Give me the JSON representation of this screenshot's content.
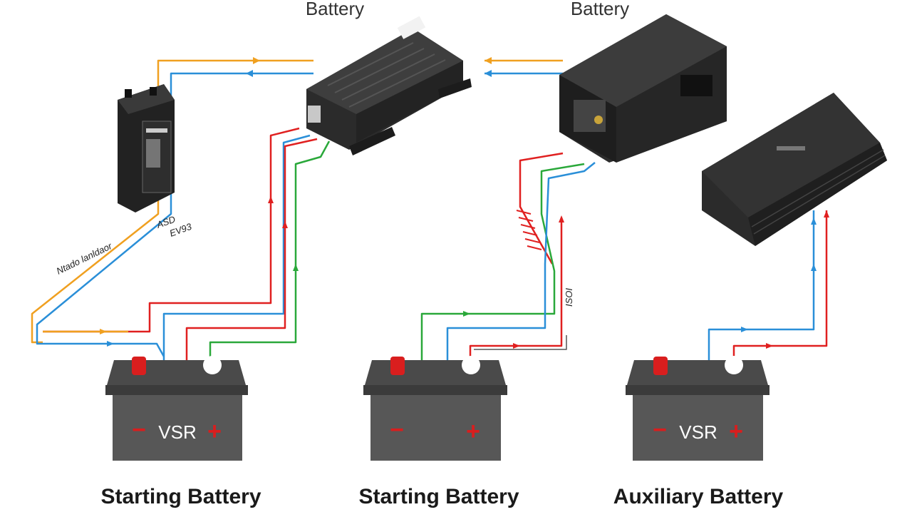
{
  "titles": {
    "left": "Battery",
    "middle": "Battery"
  },
  "captions": {
    "left": "Starting Battery",
    "middle": "Starting Battery",
    "right": "Auxiliary Battery"
  },
  "battery_labels": {
    "left": {
      "minus": "−",
      "text": "VSR",
      "plus": "+"
    },
    "middle": {
      "minus": "−",
      "text": "",
      "plus": "+"
    },
    "right": {
      "minus": "−",
      "text": "VSR",
      "plus": "+"
    }
  },
  "scribbles": {
    "long_label": "Ntado lanldaor",
    "short_a": "ASD",
    "short_b": "EV93",
    "short_c": "ISOI"
  },
  "colors": {
    "wire_red": "#e02020",
    "wire_blue": "#2a8fd8",
    "wire_green": "#2aa83a",
    "wire_orange": "#f0a020",
    "battery_body": "#575757",
    "battery_lid": "#4a4a4a",
    "terminal_red": "#d91e1e",
    "device_dark": "#2b2b2b"
  }
}
